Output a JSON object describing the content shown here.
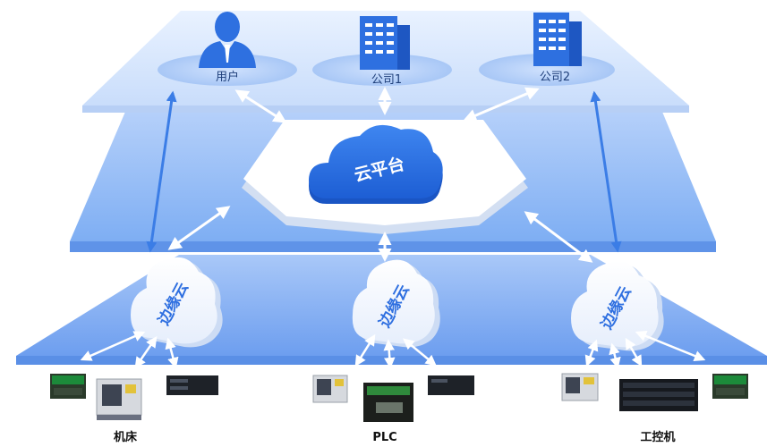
{
  "top_layer": {
    "user_label": "用户",
    "company1_label": "公司1",
    "company2_label": "公司2"
  },
  "middle_layer": {
    "cloud_platform_label": "云平台"
  },
  "edge_layer": {
    "edge_cloud_labels": [
      "边缘云",
      "边缘云",
      "边缘云"
    ]
  },
  "devices": {
    "group_labels": [
      "机床",
      "PLC",
      "工控机"
    ]
  },
  "colors": {
    "layer_light": "#d9e8ff",
    "layer_mid": "#8db8f7",
    "layer_deep": "#6fa2f0",
    "cloud_blue": "#2f6fe0",
    "icon_blue": "#3b7de6",
    "arrow": "#ffffff"
  }
}
